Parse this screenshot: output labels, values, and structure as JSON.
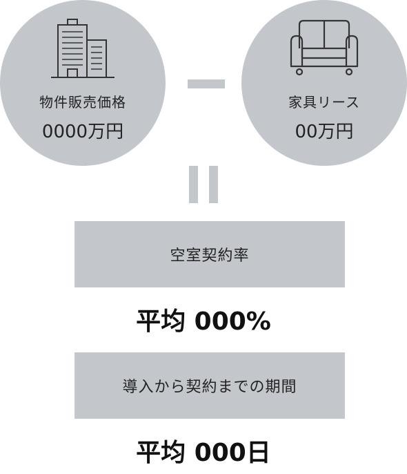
{
  "property_price": {
    "label": "物件販売価格",
    "value": "0000万円",
    "icon": "office-building-icon"
  },
  "furniture_lease": {
    "label": "家具リース",
    "value": "00万円",
    "icon": "sofa-icon"
  },
  "operator": {
    "between": "minus",
    "result": "equals"
  },
  "vacancy_rate": {
    "label": "空室契約率",
    "result": "平均 000%"
  },
  "contract_period": {
    "label": "導入から契約までの期間",
    "result": "平均 000日"
  },
  "colors": {
    "shape_fill": "#c3c7cc",
    "text": "#222222",
    "icon_stroke": "#333333",
    "background": "#ffffff"
  }
}
